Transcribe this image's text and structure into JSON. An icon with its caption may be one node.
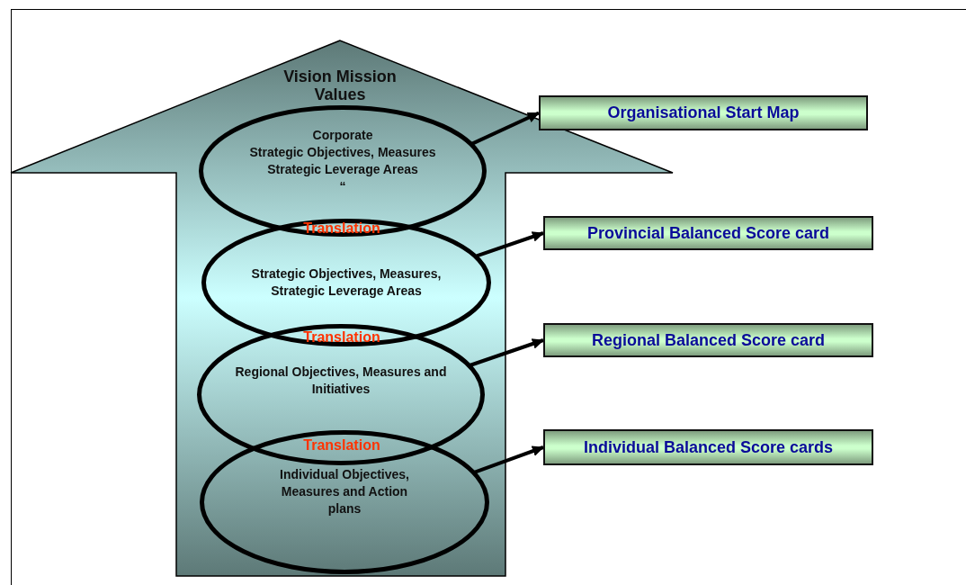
{
  "diagram": {
    "nodes": [
      {
        "text": [
          "Vision Mission Values"
        ]
      },
      {
        "text": [
          "Corporate",
          "Strategic Objectives, Measures Strategic Leverage Areas",
          "“"
        ],
        "in": 0
      },
      {
        "text": [
          "Strategic Objectives, Measures, Strategic Leverage Areas"
        ],
        "in": 0
      },
      {
        "text": [
          "Regional Objectives, Measures and Initiatives"
        ],
        "in": 0
      },
      {
        "text": [
          "Individual Objectives, Measures and Action plans"
        ],
        "in": 0
      },
      {
        "text": [
          "Organisational Start Map"
        ]
      },
      {
        "text": [
          "Provincial Balanced Score card"
        ]
      },
      {
        "text": [
          "Regional Balanced Score card"
        ]
      },
      {
        "text": [
          "Individual Balanced Score cards"
        ]
      }
    ],
    "edges": [
      {
        "from": 1,
        "to": 5,
        "arrow": "to"
      },
      {
        "from": 2,
        "to": 6,
        "arrow": "to"
      },
      {
        "from": 3,
        "to": 7,
        "arrow": "to"
      },
      {
        "from": 4,
        "to": 8,
        "arrow": "to"
      }
    ],
    "labels": [
      "Translation",
      "Translation",
      "Translation"
    ]
  }
}
